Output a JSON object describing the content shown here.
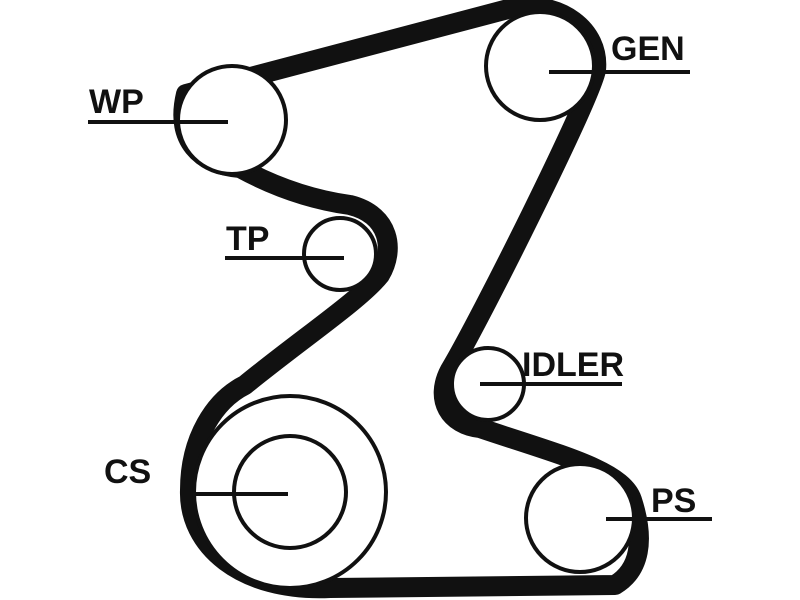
{
  "colors": {
    "belt": "#111111",
    "background": "#ffffff"
  },
  "labels": {
    "wp": "WP",
    "gen": "GEN",
    "tp": "TP",
    "idler": "IDLER",
    "cs": "CS",
    "ps": "PS"
  }
}
